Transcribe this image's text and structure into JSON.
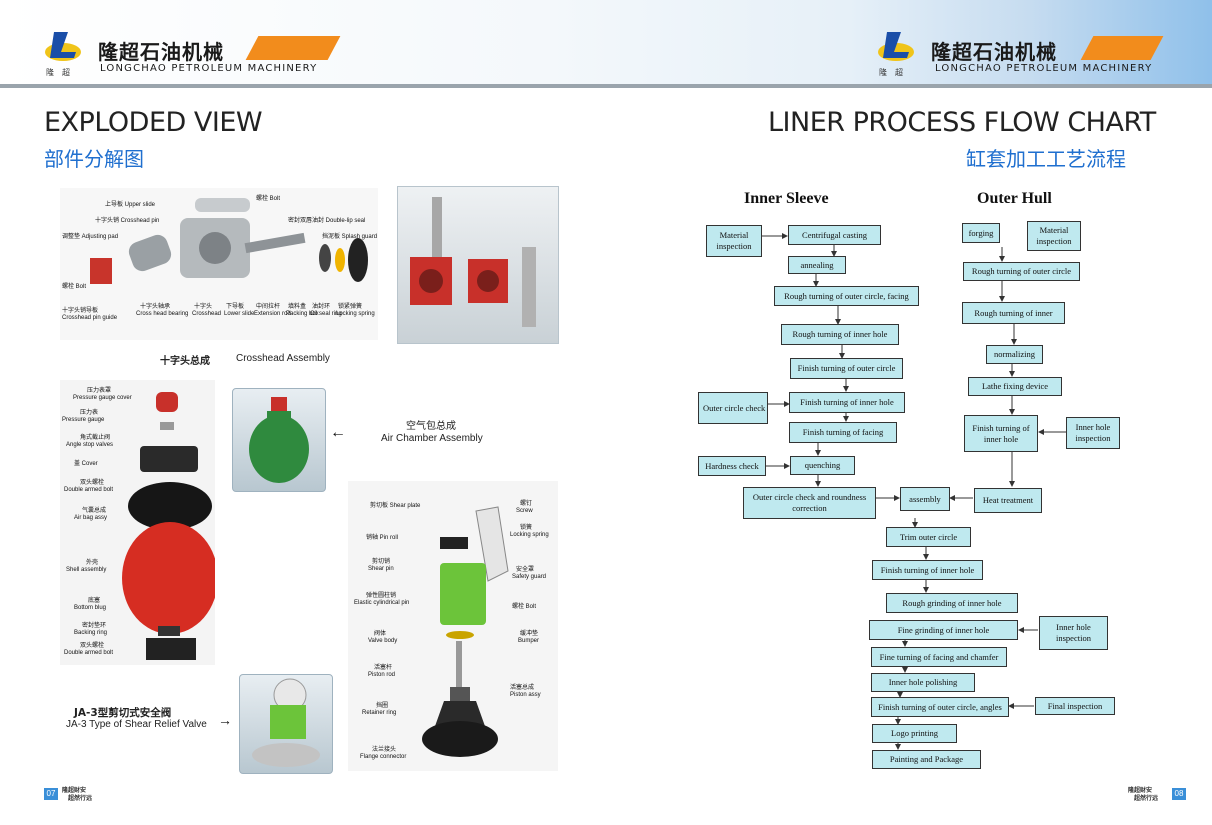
{
  "header": {
    "brand_cn": "隆超石油机械",
    "brand_en": "LONGCHAO PETROLEUM MACHINERY",
    "logo_sub": "隆超"
  },
  "left": {
    "title_en": "EXPLODED VIEW",
    "title_cn": "部件分解图",
    "crosshead": {
      "caption_cn": "十字头总成",
      "caption_en": "Crosshead Assembly",
      "labels": [
        "上导板 Upper slide",
        "十字头销 Crosshead pin",
        "螺栓 Bolt",
        "调整垫 Adjusting pad",
        "密封双唇油封 Double-lip seal",
        "挡泥板 Splash guard",
        "螺栓 Bolt",
        "十字头销导板",
        "Crosshead pin guide",
        "十字头轴承",
        "Cross head bearing",
        "十字头",
        "Crosshead",
        "下导板",
        "Lower slide",
        "中间拉杆",
        "Extension rod",
        "填料盒",
        "Packing box",
        "油封环",
        "Oil seal ring",
        "锁紧弹簧",
        "Locking spring"
      ]
    },
    "air_chamber": {
      "caption_cn": "空气包总成",
      "caption_en": "Air Chamber Assembly",
      "labels": [
        "压力表罩",
        "Pressure gauge cover",
        "压力表",
        "Pressure gauge",
        "角式截止阀",
        "Angle stop valves",
        "盖 Cover",
        "双头螺栓",
        "Double armed bolt",
        "气囊总成",
        "Air bag assy",
        "外壳",
        "Shell assembly",
        "底塞",
        "Bottom blug",
        "密封垫环",
        "Backing ring",
        "双头螺栓",
        "Double armed bolt"
      ]
    },
    "shear_valve": {
      "caption_cn": "JA-3型剪切式安全阀",
      "caption_en": "JA-3 Type of Shear Relief Valve",
      "labels": [
        "剪切板 Shear plate",
        "螺钉",
        "Screw",
        "销轴 Pin roll",
        "锁簧",
        "Locking spring",
        "剪切销",
        "Shear pin",
        "安全罩",
        "Safety guard",
        "弹性圆柱销",
        "Elastic cylindrical pin",
        "螺栓 Bolt",
        "阀体",
        "Valve body",
        "缓冲垫",
        "Bumper",
        "活塞杆",
        "Piston rod",
        "活塞总成",
        "Piston assy",
        "挡圈",
        "Retainer ring",
        "法兰接头",
        "Flange connector"
      ]
    },
    "page_num": "07",
    "footer": [
      "隆超财安",
      "超然行远"
    ]
  },
  "right": {
    "title_en": "LINER PROCESS FLOW CHART",
    "title_cn": "缸套加工工艺流程",
    "col_inner": "Inner Sleeve",
    "col_outer": "Outer Hull",
    "steps": {
      "material_inspection_a": "Material inspection",
      "centrifugal_casting": "Centrifugal casting",
      "annealing": "annealing",
      "rough_outer_facing": "Rough turning of outer circle, facing",
      "rough_inner_hole": "Rough turning of inner hole",
      "finish_outer": "Finish turning of outer circle",
      "outer_circle_check": "Outer circle check",
      "finish_inner_hole_a": "Finish turning of inner hole",
      "finish_facing": "Finish turning of facing",
      "hardness_check": "Hardness check",
      "quenching": "quenching",
      "outer_check_roundness": "Outer circle check and roundness correction",
      "forging": "forging",
      "material_inspection_b": "Material inspection",
      "rough_outer_b": "Rough turning of outer circle",
      "rough_inner_b": "Rough turning of inner",
      "normalizing": "normalizing",
      "lathe_fixing": "Lathe fixing device",
      "finish_inner_b": "Finish turning of inner hole",
      "inner_hole_inspection_a": "Inner hole inspection",
      "heat_treatment": "Heat treatment",
      "assembly": "assembly",
      "trim_outer": "Trim outer circle",
      "finish_inner_c": "Finish turning of inner hole",
      "rough_grinding": "Rough grinding of inner hole",
      "fine_grinding": "Fine grinding of inner hole",
      "inner_hole_inspection_b": "Inner hole inspection",
      "finish_facing_chamfer": "Fine turning of facing and chamfer",
      "inner_polishing": "Inner hole polishing",
      "finish_outer_angles": "Finish turning of outer circle, angles",
      "final_inspection": "Final inspection",
      "logo_printing": "Logo printing",
      "painting_package": "Painting and Package"
    },
    "page_num": "08",
    "footer": [
      "隆超财安",
      "超然行远"
    ]
  },
  "colors": {
    "accent_orange": "#f28c1c",
    "title_blue": "#1f6fcf",
    "box_fill": "#bfe9ef"
  }
}
